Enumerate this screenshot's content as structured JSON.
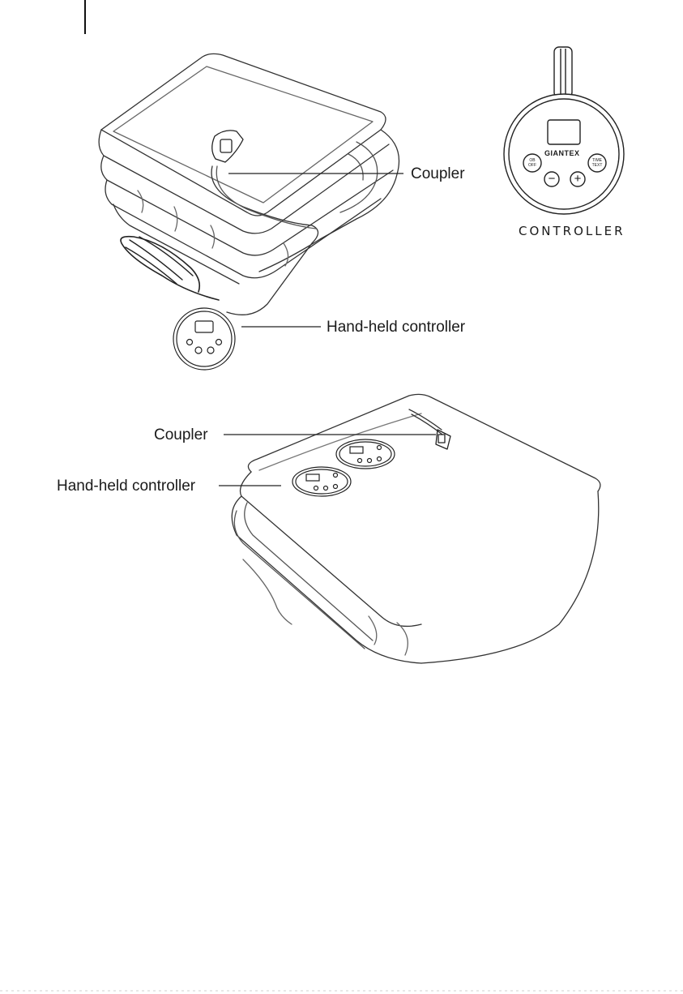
{
  "figure_top": {
    "coupler_label": "Coupler",
    "handheld_label": "Hand-held controller"
  },
  "controller_detail": {
    "title": "CONTROLLER",
    "brand": "GIANTEX",
    "left_button": "OB\nOFF",
    "right_button": "TIME\nTEXT",
    "minus_symbol": "−",
    "plus_symbol": "+"
  },
  "figure_bottom": {
    "coupler_label": "Coupler",
    "handheld_label": "Hand-held controller"
  }
}
